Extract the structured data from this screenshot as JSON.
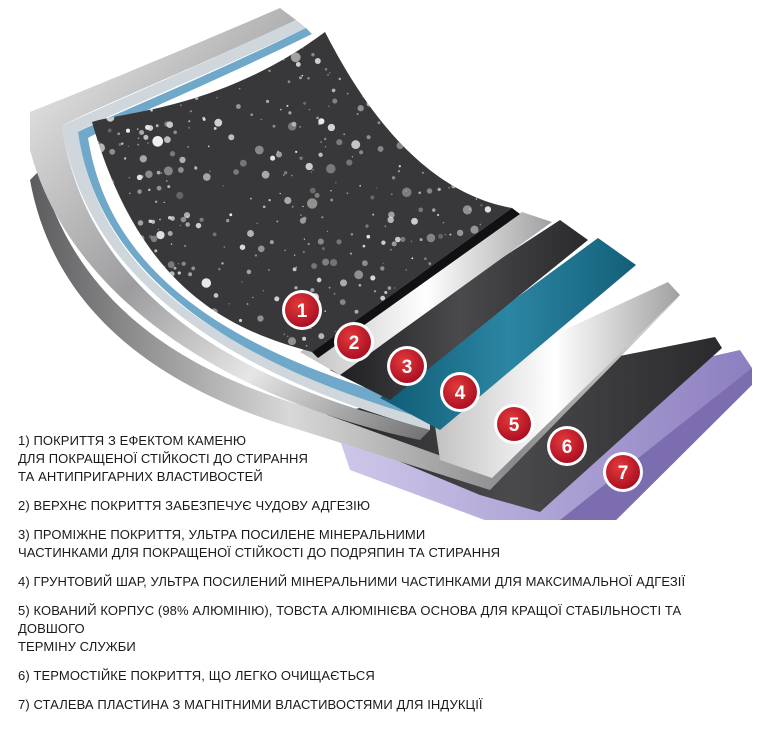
{
  "layers": [
    {
      "number": "1",
      "description": "1) ПОКРИТТЯ З ЕФЕКТОМ КАМЕНЮ\nДЛЯ ПОКРАЩЕНОЇ СТІЙКОСТІ ДО СТИРАННЯ\nТА АНТИПРИГАРНИХ ВЛАСТИВОСТЕЙ"
    },
    {
      "number": "2",
      "description": "2) ВЕРХНЄ ПОКРИТТЯ ЗАБЕЗПЕЧУЄ ЧУДОВУ АДГЕЗІЮ"
    },
    {
      "number": "3",
      "description": "3) ПРОМІЖНЕ ПОКРИТТЯ, УЛЬТРА ПОСИЛЕНЕ МІНЕРАЛЬНИМИ\nЧАСТИНКАМИ ДЛЯ ПОКРАЩЕНОЇ СТІЙКОСТІ ДО ПОДРЯПИН ТА СТИРАННЯ"
    },
    {
      "number": "4",
      "description": "4) ГРУНТОВИЙ ШАР, УЛЬТРА ПОСИЛЕНИЙ МІНЕРАЛЬНИМИ ЧАСТИНКАМИ ДЛЯ МАКСИМАЛЬНОЇ АДГЕЗІЇ"
    },
    {
      "number": "5",
      "description": "5) КОВАНИЙ КОРПУС (98% АЛЮМІНІЮ), ТОВСТА АЛЮМІНІЄВА ОСНОВА ДЛЯ КРАЩОЇ СТАБІЛЬНОСТІ ТА ДОВШОГО\nТЕРМІНУ СЛУЖБИ"
    },
    {
      "number": "6",
      "description": "6) ТЕРМОСТІЙКЕ ПОКРИТТЯ, ЩО ЛЕГКО ОЧИЩАЄТЬСЯ"
    },
    {
      "number": "7",
      "description": "7) СТАЛЕВА ПЛАСТИНА З МАГНІТНИМИ ВЛАСТИВОСТЯМИ ДЛЯ ІНДУКЦІЇ"
    }
  ],
  "colors": {
    "badge": "#c8102e",
    "stone": "#3a3a3c",
    "teal": "#1a6e8a",
    "lavender": "#a99bd0",
    "dark_layer": "#2b2b2d",
    "steel": "#b9b9bb"
  }
}
